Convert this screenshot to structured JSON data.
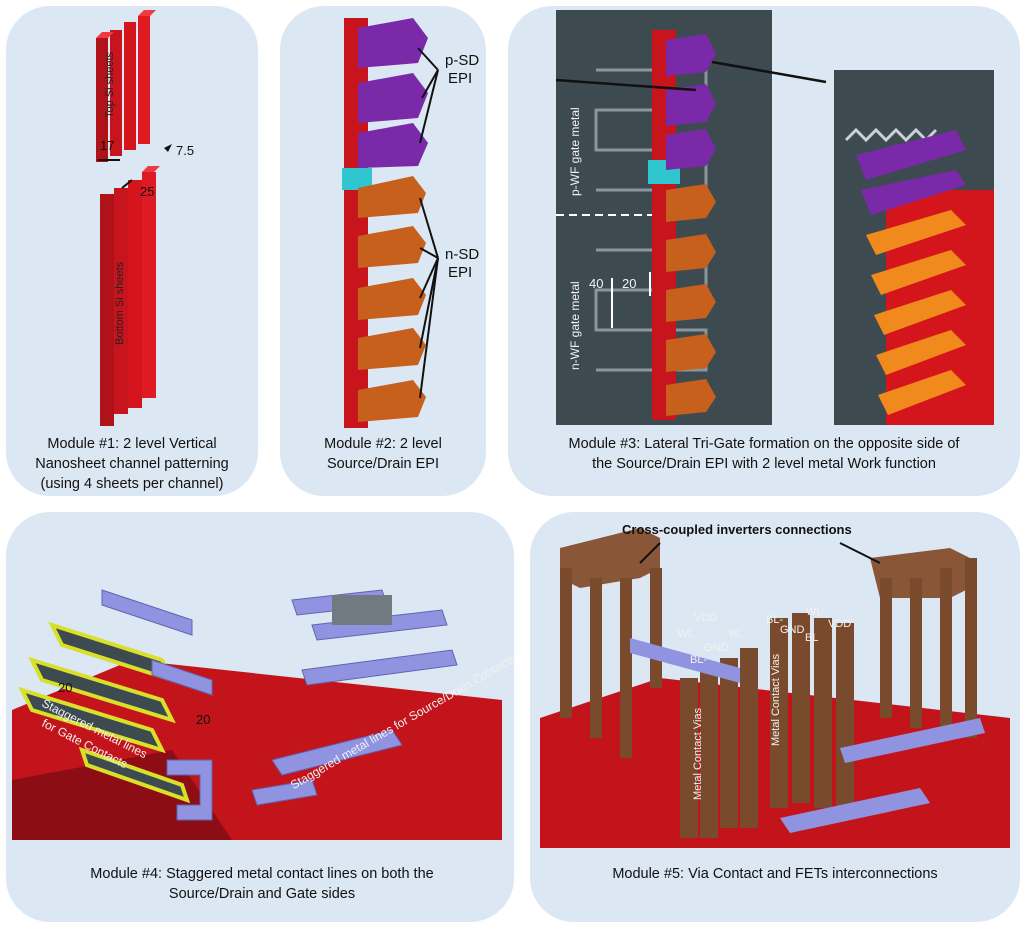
{
  "modules": [
    {
      "id": 1,
      "title": "Module #1:",
      "caption_lines": [
        " 2 level Vertical",
        "Nanosheet channel patterning",
        "(using 4 sheets per channel)"
      ],
      "labels": {
        "top": "Top Si sheets",
        "bottom": "Bottom Si sheets",
        "d17": "17",
        "d7_5": "7.5",
        "d25": "25"
      }
    },
    {
      "id": 2,
      "title": "Module #2:",
      "caption_lines": [
        " 2 level",
        "Source/Drain EPI"
      ],
      "labels": {
        "psd_1": "p-SD",
        "psd_2": "EPI",
        "nsd_1": "n-SD",
        "nsd_2": "EPI"
      }
    },
    {
      "id": 3,
      "title": "Module #3:",
      "caption_lines": [
        " Lateral Tri-Gate formation on the opposite side of",
        "the Source/Drain EPI with 2 level metal Work function"
      ],
      "labels": {
        "pwf": "p-WF gate metal",
        "nwf": "n-WF gate metal",
        "d40": "40",
        "d20": "20"
      }
    },
    {
      "id": 4,
      "title": "Module #4:",
      "caption_lines": [
        " Staggered metal contact lines on both the",
        "Source/Drain and Gate sides"
      ],
      "labels": {
        "gate_1": "Staggered metal lines",
        "gate_2": "for Gate Contacts",
        "sd": "Staggered metal lines for Source/Drain Contacts",
        "d20a": "20",
        "d20b": "20"
      }
    },
    {
      "id": 5,
      "title": "Module #5:",
      "caption_lines": [
        " Via Contact and FETs interconnections"
      ],
      "labels": {
        "cross": "Cross-coupled  inverters connections",
        "vias_l": "Metal Contact Vias",
        "vias_r": "Metal Contact Vias",
        "l_vdd": "VDD",
        "l_wl": "WL",
        "l_bl": "BL",
        "l_gnd": "GND",
        "l_blm": "BL-",
        "r_blm": "BL-",
        "r_wl": "WL",
        "r_gnd": "GND",
        "r_bl": "BL",
        "r_vdd": "VDD"
      }
    }
  ],
  "colors": {
    "panel": "#dbe7f3",
    "silicon": "#d4151c",
    "p_epi": "#7a2aa8",
    "n_epi": "#c8601d",
    "spacer": "#2fc6cf",
    "gate": "#3d4a50",
    "metal_line": "#8f93e0",
    "gate_contact": "#d8e02a",
    "via": "#7a4a2c"
  }
}
